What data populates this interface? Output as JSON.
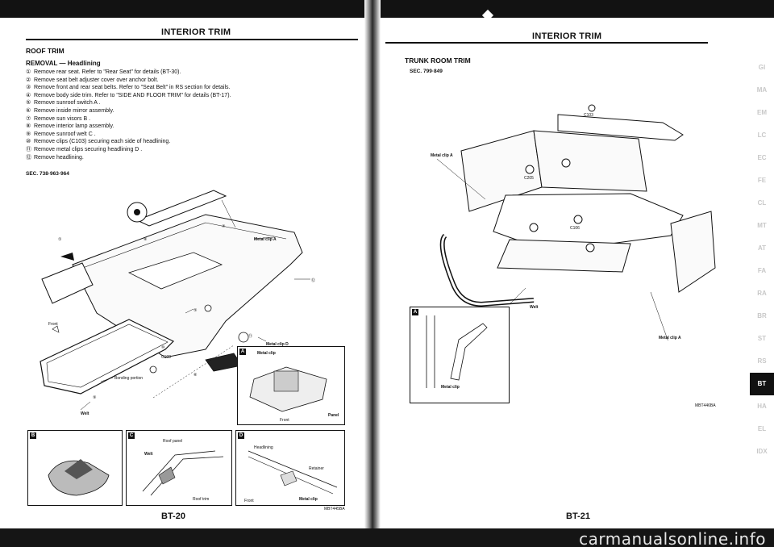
{
  "left": {
    "header": "INTERIOR TRIM",
    "section_title": "ROOF TRIM",
    "removal_title": "REMOVAL — Headlining",
    "steps": [
      {
        "num": "①",
        "text": "Remove rear seat. Refer to \"Rear Seat\" for details (BT-30)."
      },
      {
        "num": "②",
        "text": "Remove seat belt adjuster cover over anchor bolt."
      },
      {
        "num": "③",
        "text": "Remove front and rear seat belts. Refer to \"Seat Belt\" in RS section for details."
      },
      {
        "num": "④",
        "text": "Remove body side trim. Refer to \"SIDE AND FLOOR TRIM\" for details (BT-17)."
      },
      {
        "num": "⑤",
        "text": "Remove sunroof switch A ."
      },
      {
        "num": "⑥",
        "text": "Remove inside mirror assembly."
      },
      {
        "num": "⑦",
        "text": "Remove sun visors B ."
      },
      {
        "num": "⑧",
        "text": "Remove interior lamp assembly."
      },
      {
        "num": "⑨",
        "text": "Remove sunroof welt C ."
      },
      {
        "num": "⑩",
        "text": "Remove clips (C103) securing each side of headlining."
      },
      {
        "num": "⑪",
        "text": "Remove metal clips securing headlining D ."
      },
      {
        "num": "⑫",
        "text": "Remove headlining."
      }
    ],
    "sec_code": "SEC. 738·963·964",
    "page_number": "BT-20",
    "fig_ref": "MBT445BA",
    "callouts": {
      "front": "Front",
      "metal_clip_a": "Metal clip A",
      "metal_clip_d": "Metal clip D",
      "bonding_portion": "Bonding portion",
      "welt": "Welt",
      "n7": "⑦",
      "n8": "⑧",
      "n9": "⑨",
      "n10": "⑩",
      "n11": "⑪",
      "n12": "⑫",
      "n5": "⑤",
      "n6": "⑥",
      "n1": "①",
      "c103": "C103"
    },
    "insets": {
      "a": {
        "tag": "A",
        "metal_clip": "Metal clip",
        "front": "Front",
        "panel": "Panel"
      },
      "b": {
        "tag": "B"
      },
      "c": {
        "tag": "C",
        "roof_panel": "Roof panel",
        "welt": "Welt",
        "roof_trim": "Roof trim"
      },
      "d": {
        "tag": "D",
        "headlining": "Headlining",
        "retainer": "Retainer",
        "front": "Front",
        "metal_clip": "Metal clip"
      }
    }
  },
  "right": {
    "header": "INTERIOR TRIM",
    "section_title": "TRUNK ROOM TRIM",
    "sec_code": "SEC. 799·849",
    "page_number": "BT-21",
    "fig_ref": "MBT446BA",
    "callouts": {
      "metal_clip_a_left": "Metal clip A",
      "metal_clip_a_right": "Metal clip A",
      "welt": "Welt",
      "c103": "C103",
      "c205": "C205",
      "c106": "C106"
    },
    "inset": {
      "tag": "A",
      "metal_clip": "Metal clip"
    }
  },
  "side_tabs": [
    "GI",
    "MA",
    "EM",
    "LC",
    "EC",
    "FE",
    "CL",
    "MT",
    "AT",
    "FA",
    "RA",
    "BR",
    "ST",
    "RS",
    "BT",
    "HA",
    "EL",
    "IDX"
  ],
  "active_tab": "BT",
  "watermark": "carmanualsonline.info"
}
